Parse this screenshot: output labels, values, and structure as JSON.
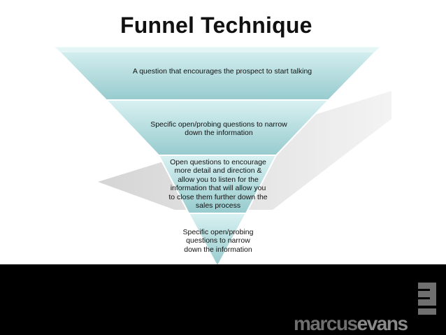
{
  "slide": {
    "title": "Funnel Technique"
  },
  "funnel": {
    "stages": [
      {
        "text": "A question that encourages the prospect to start talking"
      },
      {
        "text": "Specific open/probing questions to narrow\ndown the information"
      },
      {
        "text": "Open questions to encourage\nmore detail and direction &\nallow you to listen for the\ninformation that will allow you\nto close them further down the\nsales process"
      },
      {
        "text": "Specific open/probing\nquestions to narrow\ndown the information"
      }
    ],
    "colors": {
      "fill_light": "#cdeced",
      "fill_dark": "#83bfc2",
      "shadow": "#d9d9d9"
    }
  },
  "footer": {
    "logo_text_part1": "marcus",
    "logo_text_part2": "evans",
    "logo_color": "#6f6f6f",
    "background": "#000000"
  }
}
